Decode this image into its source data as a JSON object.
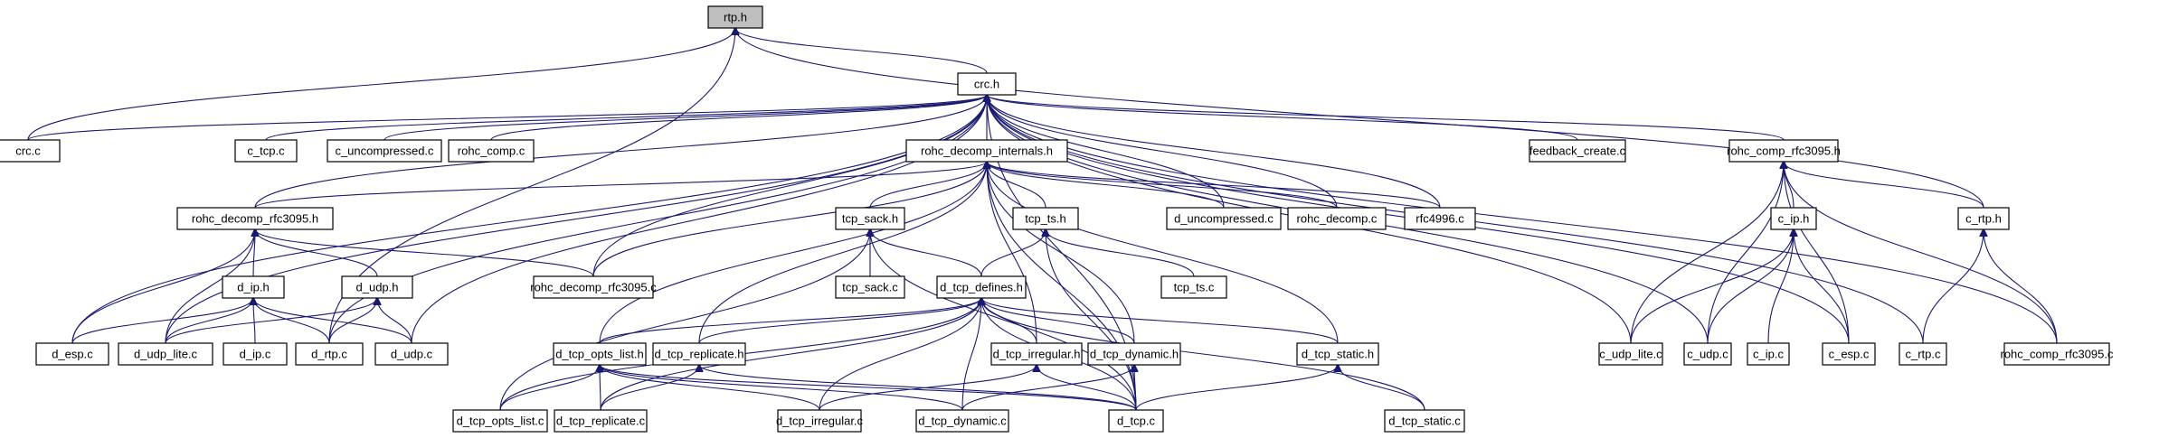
{
  "title": "rtp.h include dependency graph",
  "colors": {
    "edge": "#191970",
    "root_fill": "#bfbfbf",
    "node_fill": "#ffffff",
    "border": "#000000"
  },
  "root": "rtp.h",
  "nodes": [
    {
      "id": "rtp_h",
      "label": "rtp.h",
      "root": true
    },
    {
      "id": "crc_h",
      "label": "crc.h"
    },
    {
      "id": "crc_c",
      "label": "crc.c"
    },
    {
      "id": "c_tcp_c",
      "label": "c_tcp.c"
    },
    {
      "id": "c_uncompressed_c",
      "label": "c_uncompressed.c"
    },
    {
      "id": "rohc_comp_c",
      "label": "rohc_comp.c"
    },
    {
      "id": "rohc_decomp_internals_h",
      "label": "rohc_decomp_internals.h"
    },
    {
      "id": "feedback_create_c",
      "label": "feedback_create.c"
    },
    {
      "id": "rohc_comp_rfc3095_h",
      "label": "rohc_comp_rfc3095.h"
    },
    {
      "id": "rohc_decomp_rfc3095_h",
      "label": "rohc_decomp_rfc3095.h"
    },
    {
      "id": "tcp_sack_h",
      "label": "tcp_sack.h"
    },
    {
      "id": "tcp_ts_h",
      "label": "tcp_ts.h"
    },
    {
      "id": "d_uncompressed_c",
      "label": "d_uncompressed.c"
    },
    {
      "id": "rohc_decomp_c",
      "label": "rohc_decomp.c"
    },
    {
      "id": "rfc4996_c",
      "label": "rfc4996.c"
    },
    {
      "id": "c_ip_h",
      "label": "c_ip.h"
    },
    {
      "id": "c_rtp_h",
      "label": "c_rtp.h"
    },
    {
      "id": "d_ip_h",
      "label": "d_ip.h"
    },
    {
      "id": "d_udp_h",
      "label": "d_udp.h"
    },
    {
      "id": "rohc_decomp_rfc3095_c",
      "label": "rohc_decomp_rfc3095.c"
    },
    {
      "id": "tcp_sack_c",
      "label": "tcp_sack.c"
    },
    {
      "id": "d_tcp_defines_h",
      "label": "d_tcp_defines.h"
    },
    {
      "id": "tcp_ts_c",
      "label": "tcp_ts.c"
    },
    {
      "id": "c_udp_lite_c",
      "label": "c_udp_lite.c"
    },
    {
      "id": "c_udp_c",
      "label": "c_udp.c"
    },
    {
      "id": "c_ip_c",
      "label": "c_ip.c"
    },
    {
      "id": "c_esp_c",
      "label": "c_esp.c"
    },
    {
      "id": "c_rtp_c",
      "label": "c_rtp.c"
    },
    {
      "id": "rohc_comp_rfc3095_c",
      "label": "rohc_comp_rfc3095.c"
    },
    {
      "id": "d_esp_c",
      "label": "d_esp.c"
    },
    {
      "id": "d_udp_lite_c",
      "label": "d_udp_lite.c"
    },
    {
      "id": "d_ip_c",
      "label": "d_ip.c"
    },
    {
      "id": "d_rtp_c",
      "label": "d_rtp.c"
    },
    {
      "id": "d_udp_c",
      "label": "d_udp.c"
    },
    {
      "id": "d_tcp_opts_list_h",
      "label": "d_tcp_opts_list.h"
    },
    {
      "id": "d_tcp_replicate_h",
      "label": "d_tcp_replicate.h"
    },
    {
      "id": "d_tcp_irregular_h",
      "label": "d_tcp_irregular.h"
    },
    {
      "id": "d_tcp_dynamic_h",
      "label": "d_tcp_dynamic.h"
    },
    {
      "id": "d_tcp_static_h",
      "label": "d_tcp_static.h"
    },
    {
      "id": "d_tcp_opts_list_c",
      "label": "d_tcp_opts_list.c"
    },
    {
      "id": "d_tcp_replicate_c",
      "label": "d_tcp_replicate.c"
    },
    {
      "id": "d_tcp_irregular_c",
      "label": "d_tcp_irregular.c"
    },
    {
      "id": "d_tcp_dynamic_c",
      "label": "d_tcp_dynamic.c"
    },
    {
      "id": "d_tcp_c",
      "label": "d_tcp.c"
    },
    {
      "id": "d_tcp_static_c",
      "label": "d_tcp_static.c"
    }
  ],
  "edges": [
    [
      "crc_h",
      "rtp_h"
    ],
    [
      "crc_c",
      "rtp_h"
    ],
    [
      "d_rtp_c",
      "rtp_h"
    ],
    [
      "c_rtp_h",
      "rtp_h"
    ],
    [
      "crc_c",
      "crc_h"
    ],
    [
      "c_tcp_c",
      "crc_h"
    ],
    [
      "c_uncompressed_c",
      "crc_h"
    ],
    [
      "rohc_comp_c",
      "crc_h"
    ],
    [
      "rohc_decomp_internals_h",
      "crc_h"
    ],
    [
      "feedback_create_c",
      "crc_h"
    ],
    [
      "rohc_comp_rfc3095_h",
      "crc_h"
    ],
    [
      "rohc_decomp_rfc3095_h",
      "crc_h"
    ],
    [
      "d_esp_c",
      "crc_h"
    ],
    [
      "d_udp_lite_c",
      "crc_h"
    ],
    [
      "d_rtp_c",
      "crc_h"
    ],
    [
      "d_udp_c",
      "crc_h"
    ],
    [
      "rohc_decomp_rfc3095_c",
      "crc_h"
    ],
    [
      "d_uncompressed_c",
      "crc_h"
    ],
    [
      "rohc_decomp_c",
      "crc_h"
    ],
    [
      "rfc4996_c",
      "crc_h"
    ],
    [
      "d_tcp_c",
      "crc_h"
    ],
    [
      "c_udp_lite_c",
      "crc_h"
    ],
    [
      "c_udp_c",
      "crc_h"
    ],
    [
      "c_esp_c",
      "crc_h"
    ],
    [
      "c_rtp_c",
      "crc_h"
    ],
    [
      "rohc_comp_rfc3095_c",
      "crc_h"
    ],
    [
      "rohc_decomp_rfc3095_h",
      "rohc_decomp_internals_h"
    ],
    [
      "tcp_sack_h",
      "rohc_decomp_internals_h"
    ],
    [
      "tcp_ts_h",
      "rohc_decomp_internals_h"
    ],
    [
      "d_uncompressed_c",
      "rohc_decomp_internals_h"
    ],
    [
      "rohc_decomp_c",
      "rohc_decomp_internals_h"
    ],
    [
      "rfc4996_c",
      "rohc_decomp_internals_h"
    ],
    [
      "rohc_decomp_rfc3095_c",
      "rohc_decomp_internals_h"
    ],
    [
      "d_tcp_opts_list_h",
      "rohc_decomp_internals_h"
    ],
    [
      "d_tcp_replicate_h",
      "rohc_decomp_internals_h"
    ],
    [
      "d_tcp_irregular_h",
      "rohc_decomp_internals_h"
    ],
    [
      "d_tcp_dynamic_h",
      "rohc_decomp_internals_h"
    ],
    [
      "d_tcp_static_h",
      "rohc_decomp_internals_h"
    ],
    [
      "d_tcp_c",
      "rohc_decomp_internals_h"
    ],
    [
      "c_ip_h",
      "rohc_comp_rfc3095_h"
    ],
    [
      "c_rtp_h",
      "rohc_comp_rfc3095_h"
    ],
    [
      "c_udp_lite_c",
      "rohc_comp_rfc3095_h"
    ],
    [
      "c_udp_c",
      "rohc_comp_rfc3095_h"
    ],
    [
      "c_esp_c",
      "rohc_comp_rfc3095_h"
    ],
    [
      "rohc_comp_rfc3095_c",
      "rohc_comp_rfc3095_h"
    ],
    [
      "c_udp_lite_c",
      "c_ip_h"
    ],
    [
      "c_udp_c",
      "c_ip_h"
    ],
    [
      "c_ip_c",
      "c_ip_h"
    ],
    [
      "c_esp_c",
      "c_ip_h"
    ],
    [
      "c_rtp_c",
      "c_rtp_h"
    ],
    [
      "rohc_comp_rfc3095_c",
      "c_rtp_h"
    ],
    [
      "d_ip_h",
      "rohc_decomp_rfc3095_h"
    ],
    [
      "d_udp_h",
      "rohc_decomp_rfc3095_h"
    ],
    [
      "rohc_decomp_rfc3095_c",
      "rohc_decomp_rfc3095_h"
    ],
    [
      "d_esp_c",
      "rohc_decomp_rfc3095_h"
    ],
    [
      "d_udp_lite_c",
      "rohc_decomp_rfc3095_h"
    ],
    [
      "d_esp_c",
      "d_ip_h"
    ],
    [
      "d_udp_lite_c",
      "d_ip_h"
    ],
    [
      "d_ip_c",
      "d_ip_h"
    ],
    [
      "d_rtp_c",
      "d_ip_h"
    ],
    [
      "d_udp_c",
      "d_ip_h"
    ],
    [
      "d_udp_lite_c",
      "d_udp_h"
    ],
    [
      "d_rtp_c",
      "d_udp_h"
    ],
    [
      "d_udp_c",
      "d_udp_h"
    ],
    [
      "tcp_sack_c",
      "tcp_sack_h"
    ],
    [
      "d_tcp_defines_h",
      "tcp_sack_h"
    ],
    [
      "d_tcp_opts_list_c",
      "tcp_sack_h"
    ],
    [
      "d_tcp_c",
      "tcp_sack_h"
    ],
    [
      "d_tcp_defines_h",
      "tcp_ts_h"
    ],
    [
      "tcp_ts_c",
      "tcp_ts_h"
    ],
    [
      "d_tcp_c",
      "tcp_ts_h"
    ],
    [
      "d_tcp_opts_list_h",
      "d_tcp_defines_h"
    ],
    [
      "d_tcp_replicate_h",
      "d_tcp_defines_h"
    ],
    [
      "d_tcp_irregular_h",
      "d_tcp_defines_h"
    ],
    [
      "d_tcp_dynamic_h",
      "d_tcp_defines_h"
    ],
    [
      "d_tcp_static_h",
      "d_tcp_defines_h"
    ],
    [
      "d_tcp_opts_list_c",
      "d_tcp_defines_h"
    ],
    [
      "d_tcp_replicate_c",
      "d_tcp_defines_h"
    ],
    [
      "d_tcp_irregular_c",
      "d_tcp_defines_h"
    ],
    [
      "d_tcp_dynamic_c",
      "d_tcp_defines_h"
    ],
    [
      "d_tcp_c",
      "d_tcp_defines_h"
    ],
    [
      "d_tcp_static_c",
      "d_tcp_defines_h"
    ],
    [
      "d_tcp_opts_list_c",
      "d_tcp_opts_list_h"
    ],
    [
      "d_tcp_replicate_c",
      "d_tcp_opts_list_h"
    ],
    [
      "d_tcp_irregular_c",
      "d_tcp_opts_list_h"
    ],
    [
      "d_tcp_dynamic_c",
      "d_tcp_opts_list_h"
    ],
    [
      "d_tcp_c",
      "d_tcp_opts_list_h"
    ],
    [
      "d_tcp_replicate_c",
      "d_tcp_replicate_h"
    ],
    [
      "d_tcp_c",
      "d_tcp_replicate_h"
    ],
    [
      "d_tcp_irregular_c",
      "d_tcp_irregular_h"
    ],
    [
      "d_tcp_c",
      "d_tcp_irregular_h"
    ],
    [
      "d_tcp_dynamic_c",
      "d_tcp_dynamic_h"
    ],
    [
      "d_tcp_c",
      "d_tcp_dynamic_h"
    ],
    [
      "d_tcp_c",
      "d_tcp_static_h"
    ],
    [
      "d_tcp_static_c",
      "d_tcp_static_h"
    ]
  ]
}
